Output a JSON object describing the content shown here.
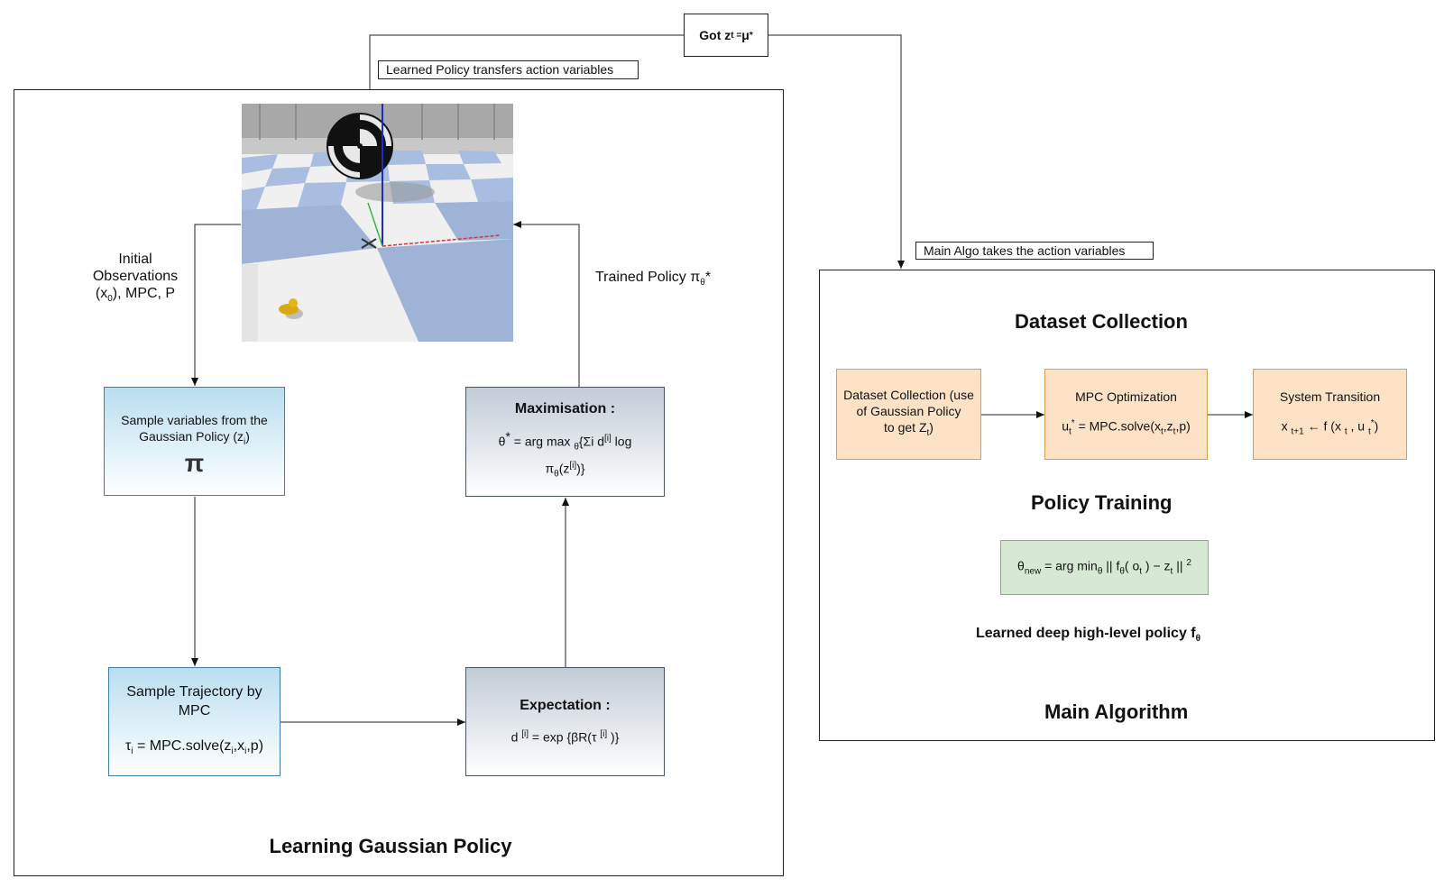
{
  "top": {
    "got_label": "Got z",
    "got_sub": "t = ",
    "got_mu": "μ",
    "got_star": "*",
    "learned_tag": "Learned Policy transfers action variables",
    "main_tag": "Main Algo  takes the action variables"
  },
  "left": {
    "title": "Learning Gaussian Policy",
    "init_obs_1": "Initial",
    "init_obs_2": "Observations",
    "init_obs_3a": "(x",
    "init_obs_3sub": "0",
    "init_obs_3b": "), MPC, P",
    "trained_a": "Trained Policy π",
    "trained_sub": "θ",
    "trained_b": "*",
    "sample_vars_1": "Sample variables from the",
    "sample_vars_2a": "Gaussian Policy (z",
    "sample_vars_2sub": "i",
    "sample_vars_2b": ")",
    "sample_vars_pi": "π",
    "traj_1": "Sample Trajectory by",
    "traj_2": "MPC",
    "traj_eq_a": "τ",
    "traj_eq_sub1": "i",
    "traj_eq_b": " = MPC.solve(z",
    "traj_eq_sub2": "i",
    "traj_eq_c": ",x",
    "traj_eq_sub3": "i",
    "traj_eq_d": ",p)",
    "exp_title": "Expectation :",
    "exp_eq_a": "d ",
    "exp_eq_sup1": "[i]",
    "exp_eq_b": " = exp {βR(τ ",
    "exp_eq_sup2": "[i]",
    "exp_eq_c": " )}",
    "max_title": "Maximisation :",
    "max_eq_a": "θ",
    "max_eq_star": "*",
    "max_eq_b": " = arg max ",
    "max_eq_sub": "θ",
    "max_eq_c": "{Σi d",
    "max_eq_sup": "[i]",
    "max_eq_d": " log",
    "max_eq2_a": "π",
    "max_eq2_sub": "θ",
    "max_eq2_b": "(z",
    "max_eq2_sup": "[i]",
    "max_eq2_c": ")}"
  },
  "right": {
    "title": "Main Algorithm",
    "dataset_heading": "Dataset Collection",
    "policy_heading": "Policy Training",
    "dc_1": "Dataset Collection (use",
    "dc_2": "of Gaussian Policy",
    "dc_3a": "to get Z",
    "dc_3sub": "t",
    "dc_3b": ")",
    "mpc_title": "MPC Optimization",
    "mpc_eq_a": "u",
    "mpc_eq_sub1": "t",
    "mpc_eq_sup": "*",
    "mpc_eq_b": " = MPC.solve(x",
    "mpc_eq_sub2": "t",
    "mpc_eq_c": ",z",
    "mpc_eq_sub3": "t",
    "mpc_eq_d": ",p)",
    "st_title": "System Transition",
    "st_eq_a": "x ",
    "st_eq_sub1": "t+1",
    "st_eq_b": " ← f (x ",
    "st_eq_sub2": "t",
    "st_eq_c": " , u ",
    "st_eq_sub3": "t",
    "st_eq_sup": "*",
    "st_eq_d": ")",
    "pt_a": "θ",
    "pt_sub1": "new",
    "pt_b": " = arg min",
    "pt_sub2": "θ",
    "pt_c": " || f",
    "pt_sub3": "θ",
    "pt_d": "( o",
    "pt_sub4": "t",
    "pt_e": " ) − z",
    "pt_sub5": "t",
    "pt_f": " || ",
    "pt_sup": "2",
    "learned_a": "Learned deep high-level policy f",
    "learned_sub": "θ"
  },
  "colors": {
    "blue_fill": "#b9def0",
    "grey_fill": "#c2cbd6",
    "orange_fill": "#fde2c6",
    "green_fill": "#d6ead3",
    "sim_floor_blue": "#9fb3d6"
  }
}
